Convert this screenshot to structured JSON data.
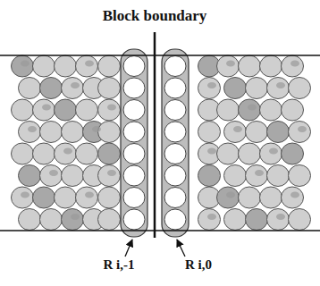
{
  "diagram": {
    "title": "Block boundary",
    "labels": [
      "R i,-1",
      "R i,0"
    ]
  }
}
